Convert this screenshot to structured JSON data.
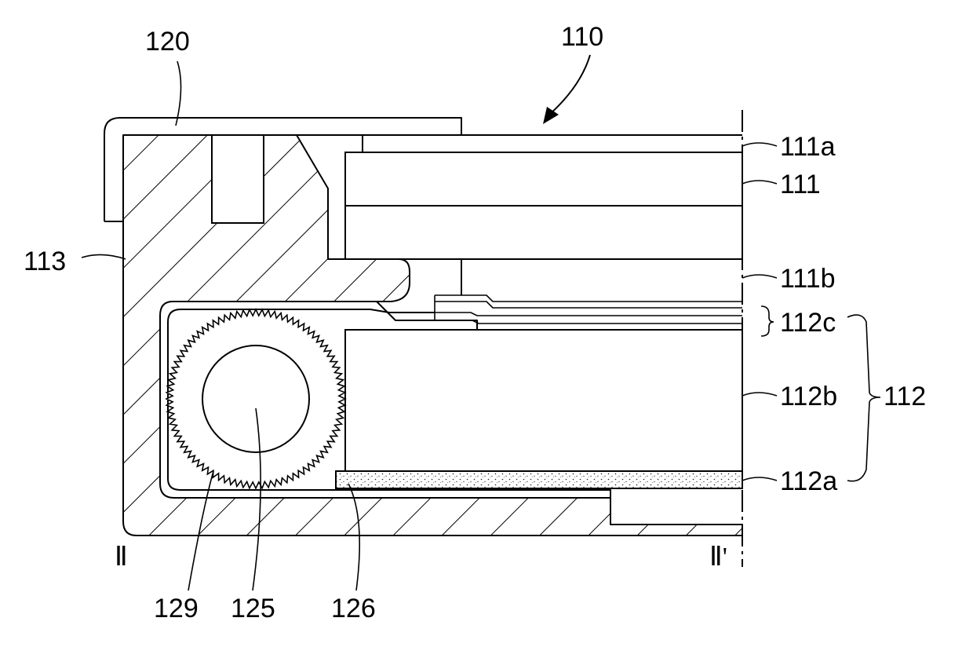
{
  "labels": {
    "l110": "110",
    "l120": "120",
    "l113": "113",
    "l111a": "111a",
    "l111": "111",
    "l111b": "111b",
    "l112c": "112c",
    "l112b": "112b",
    "l112a": "112a",
    "l112": "112",
    "l129": "129",
    "l125": "125",
    "l126": "126",
    "sec_left": "Ⅱ",
    "sec_right": "Ⅱ'"
  },
  "colors": {
    "line": "#000000",
    "background": "#ffffff"
  }
}
